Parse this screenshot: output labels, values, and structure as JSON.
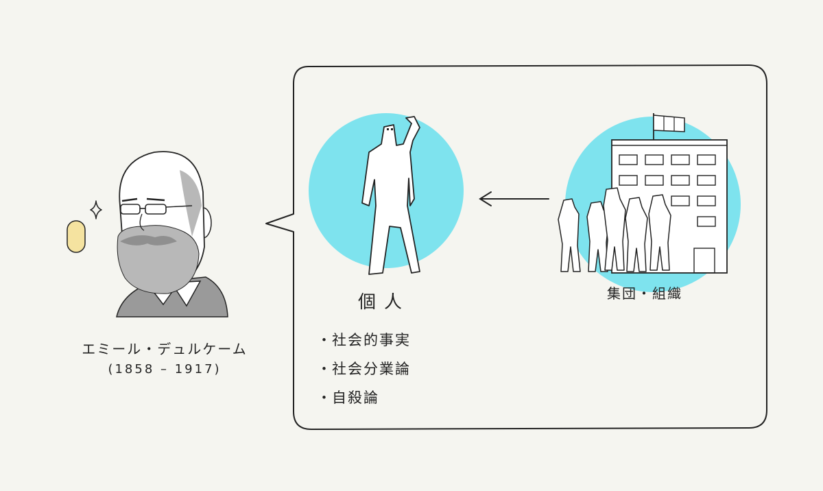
{
  "person": {
    "name": "エミール・デュルケーム",
    "years": "(1858 – 1917)"
  },
  "diagram": {
    "individual_label": "個人",
    "group_label": "集団・組織",
    "works": [
      "社会的事実",
      "社会分業論",
      "自殺論"
    ]
  },
  "colors": {
    "background": "#f5f5f0",
    "circle_accent": "#7ee3ee",
    "beard_gray": "#b8b8b8",
    "coat_gray": "#9a9a9a",
    "highlight_yellow": "#f5e3a0",
    "line": "#222222"
  },
  "icons": {
    "sparkle": "sparkle-icon",
    "flag": "flag-icon"
  }
}
